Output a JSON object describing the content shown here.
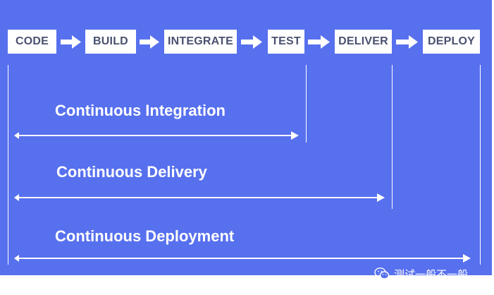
{
  "stages": [
    {
      "id": "code",
      "label": "CODE"
    },
    {
      "id": "build",
      "label": "BUILD"
    },
    {
      "id": "integrate",
      "label": "INTEGRATE"
    },
    {
      "id": "test",
      "label": "TEST"
    },
    {
      "id": "deliver",
      "label": "DELIVER"
    },
    {
      "id": "deploy",
      "label": "DEPLOY"
    }
  ],
  "spans": [
    {
      "id": "ci",
      "label": "Continuous Integration",
      "ends_at_stage": "test"
    },
    {
      "id": "cd",
      "label": "Continuous Delivery",
      "ends_at_stage": "deliver"
    },
    {
      "id": "deployment",
      "label": "Continuous Deployment",
      "ends_at_stage": "deploy"
    }
  ],
  "watermark": {
    "text": "测试一般不一般",
    "icon": "wechat-icon"
  },
  "colors": {
    "background": "#5770ee",
    "box": "#ffffff",
    "box_text": "#4a5170",
    "line": "#ffffff"
  }
}
